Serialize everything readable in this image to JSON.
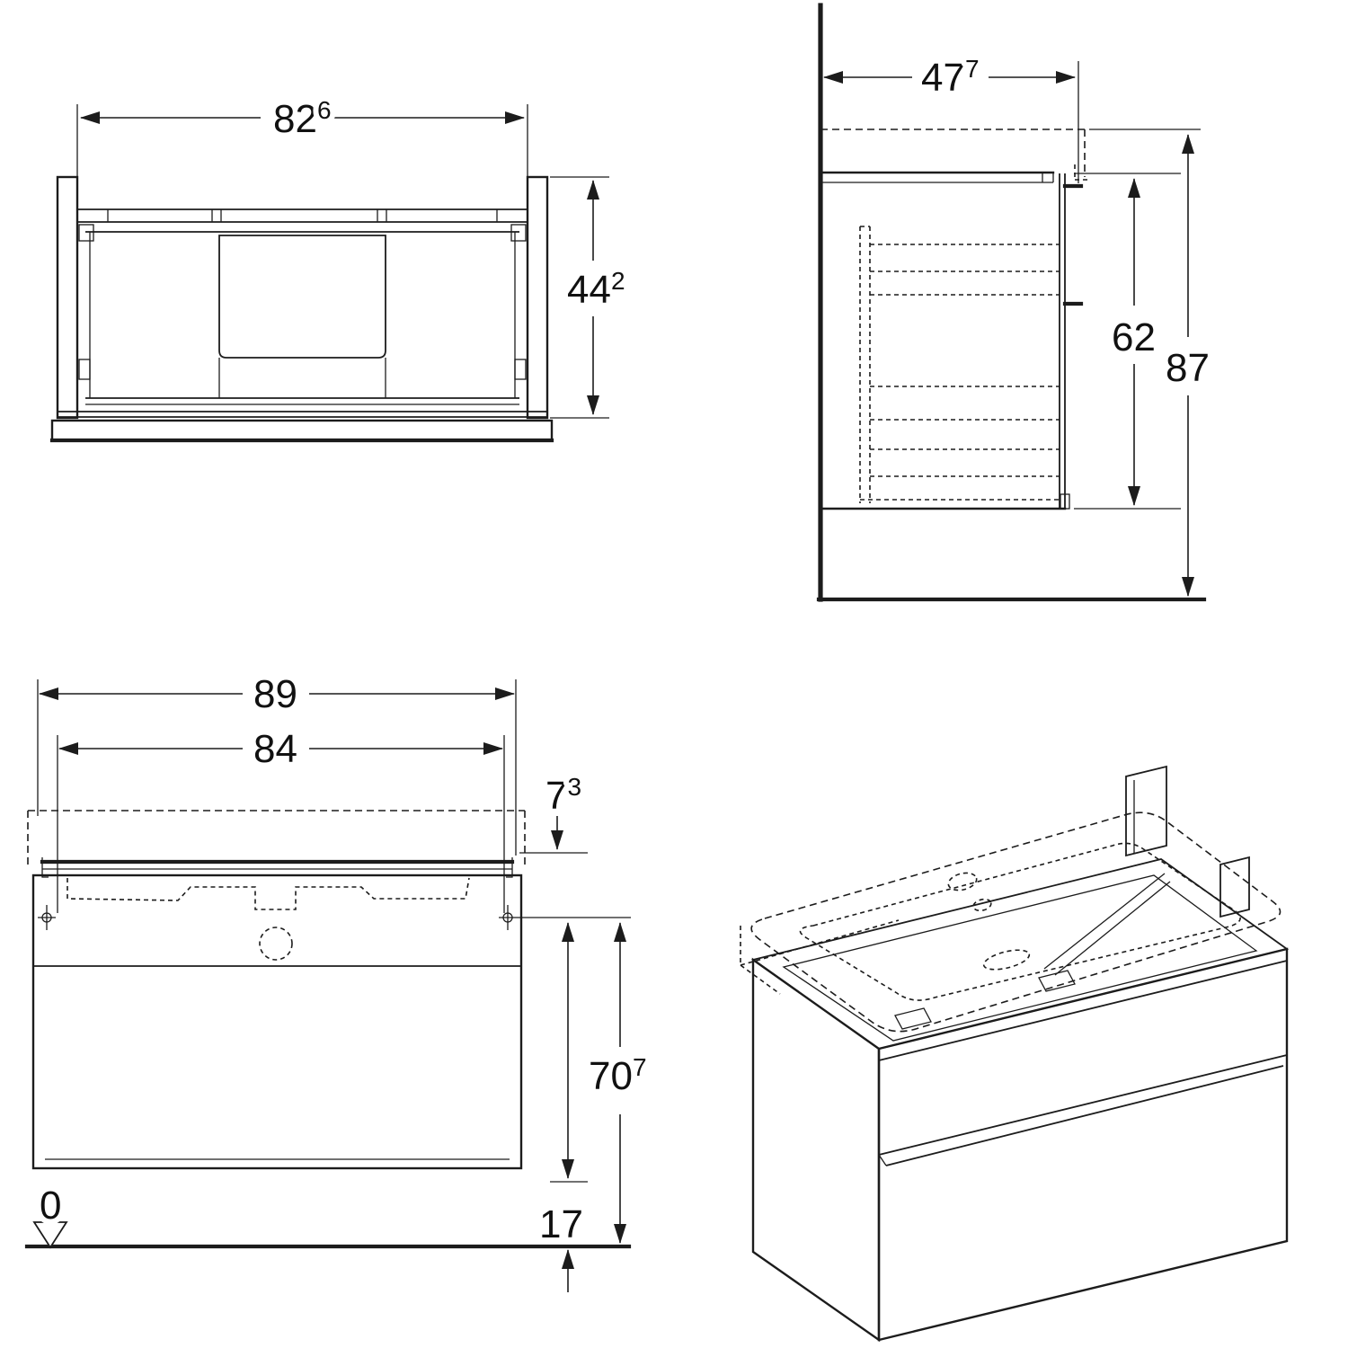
{
  "dimensions": {
    "plan_inner_width": {
      "main": "82",
      "sup": "6"
    },
    "plan_depth": {
      "main": "44",
      "sup": "2"
    },
    "side_depth": {
      "main": "47",
      "sup": "7"
    },
    "side_body_height": {
      "main": "62",
      "sup": ""
    },
    "side_total_height": {
      "main": "87",
      "sup": ""
    },
    "front_overall_width": {
      "main": "89",
      "sup": ""
    },
    "front_inner_width": {
      "main": "84",
      "sup": ""
    },
    "front_basin_thickness": {
      "main": "7",
      "sup": "3"
    },
    "front_mount_height": {
      "main": "70",
      "sup": "7"
    },
    "front_floor_clearance": {
      "main": "17",
      "sup": ""
    },
    "datum_level": {
      "main": "0",
      "sup": ""
    }
  },
  "colors": {
    "line": "#1c1c1c",
    "background": "#ffffff"
  }
}
